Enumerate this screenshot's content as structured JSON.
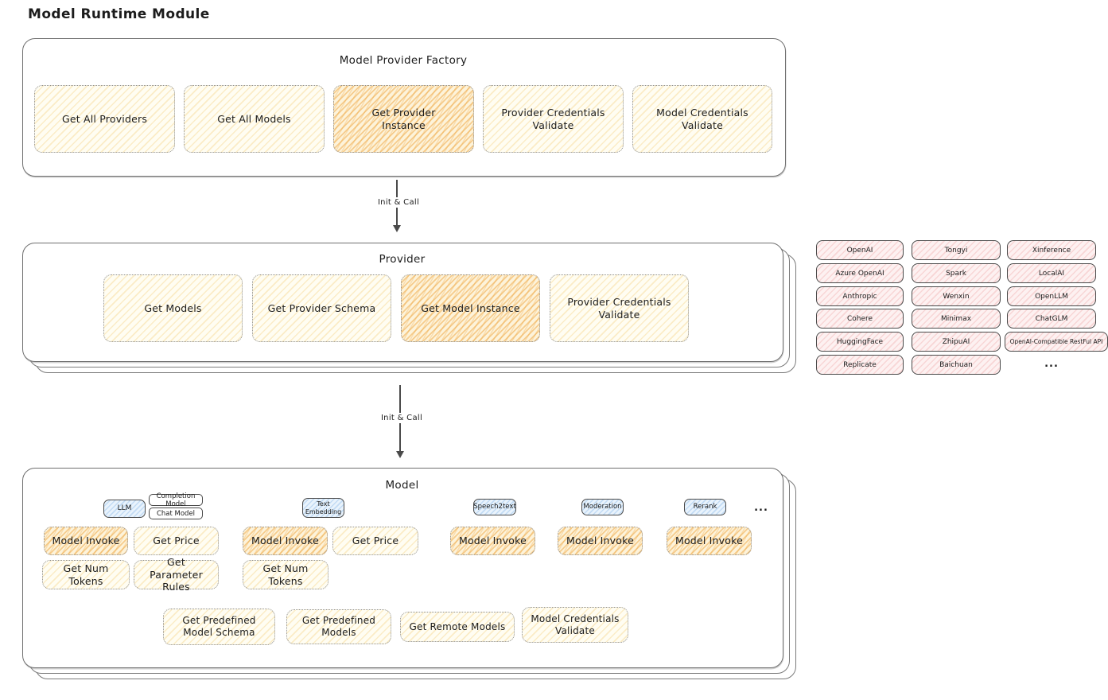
{
  "diagram_title": "Model Runtime Module",
  "flow": {
    "init_call": "Init & Call"
  },
  "factory": {
    "title": "Model Provider Factory",
    "methods": [
      {
        "label": "Get All Providers",
        "highlight": false
      },
      {
        "label": "Get All Models",
        "highlight": false
      },
      {
        "label": "Get Provider Instance",
        "highlight": true
      },
      {
        "label": "Provider Credentials Validate",
        "highlight": false
      },
      {
        "label": "Model Credentials Validate",
        "highlight": false
      }
    ]
  },
  "provider": {
    "title": "Provider",
    "methods": [
      {
        "label": "Get Models",
        "highlight": false
      },
      {
        "label": "Get Provider Schema",
        "highlight": false
      },
      {
        "label": "Get Model Instance",
        "highlight": true
      },
      {
        "label": "Provider Credentials Validate",
        "highlight": false
      }
    ]
  },
  "provider_catalog": {
    "columns": [
      {
        "items": [
          "OpenAI",
          "Azure OpenAI",
          "Anthropic",
          "Cohere",
          "HuggingFace",
          "Replicate"
        ]
      },
      {
        "items": [
          "Tongyi",
          "Spark",
          "Wenxin",
          "Minimax",
          "ZhipuAI",
          "Baichuan"
        ]
      },
      {
        "items": [
          "Xinference",
          "LocalAI",
          "OpenLLM",
          "ChatGLM",
          "OpenAI-Compatible RestFul API"
        ]
      }
    ],
    "more_label": "..."
  },
  "model": {
    "title": "Model",
    "more_label": "...",
    "groups": [
      {
        "tab": "LLM",
        "subtabs": [
          "Completion Model",
          "Chat Model"
        ],
        "methods": [
          {
            "label": "Model Invoke",
            "highlight": true
          },
          {
            "label": "Get Price",
            "highlight": false
          },
          {
            "label": "Get Num Tokens",
            "highlight": false
          },
          {
            "label": "Get Parameter Rules",
            "highlight": false
          }
        ]
      },
      {
        "tab": "Text Embedding",
        "methods": [
          {
            "label": "Model Invoke",
            "highlight": true
          },
          {
            "label": "Get Price",
            "highlight": false
          },
          {
            "label": "Get Num Tokens",
            "highlight": false
          }
        ]
      },
      {
        "tab": "Speech2text",
        "methods": [
          {
            "label": "Model Invoke",
            "highlight": true
          }
        ]
      },
      {
        "tab": "Moderation",
        "methods": [
          {
            "label": "Model Invoke",
            "highlight": true
          }
        ]
      },
      {
        "tab": "Rerank",
        "methods": [
          {
            "label": "Model Invoke",
            "highlight": true
          }
        ]
      }
    ],
    "shared_methods": [
      "Get Predefined Model Schema",
      "Get Predefined Models",
      "Get Remote Models",
      "Model Credentials Validate"
    ]
  },
  "colors": {
    "method_yellow": "#fffdf2",
    "method_orange_hatch": "#eea640",
    "provider_pink": "#fdf1f1",
    "tab_blue": "#e9f3fc",
    "container_border": "#6f6f6f",
    "text": "#1c1c1c"
  }
}
